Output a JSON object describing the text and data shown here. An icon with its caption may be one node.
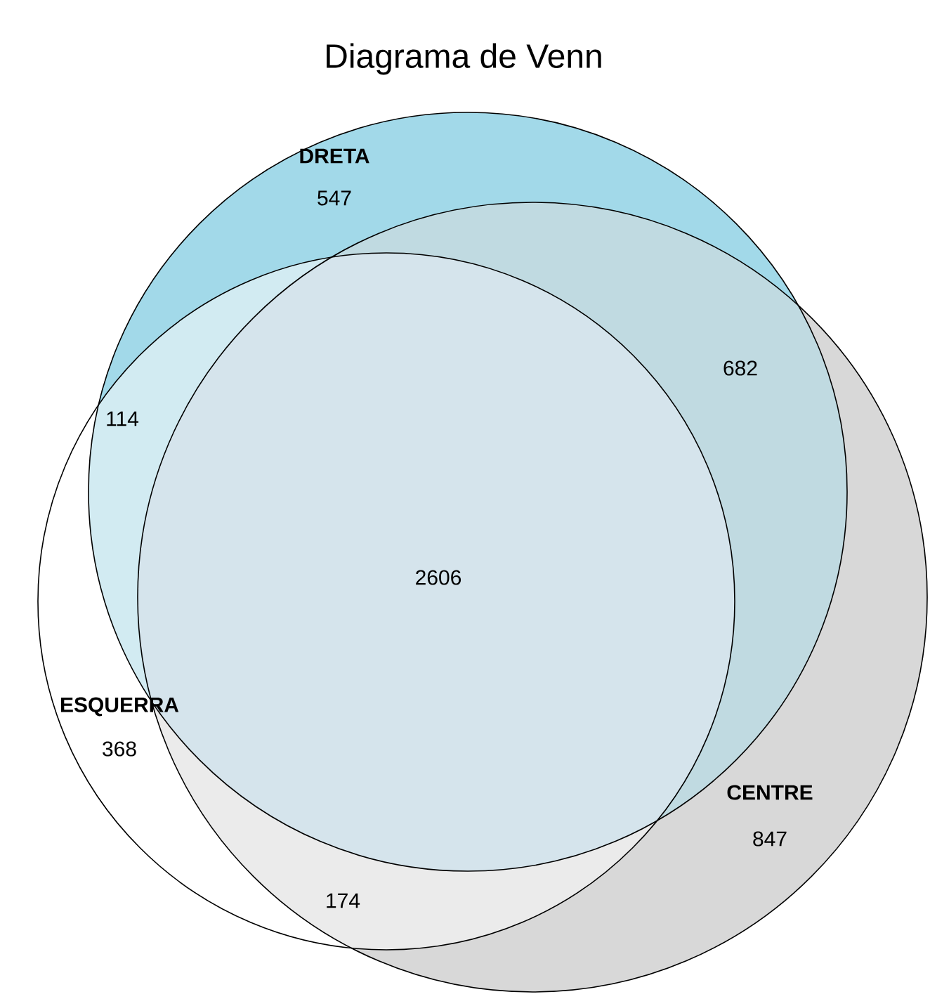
{
  "diagram": {
    "title": "Diagrama de Venn",
    "nodes": [
      {
        "text": [
          "DRETA",
          "547"
        ]
      },
      {
        "text": [
          "ESQUERRA",
          "368"
        ]
      },
      {
        "text": [
          "CENTRE",
          "847"
        ]
      }
    ],
    "labels": [
      "682",
      "114",
      "2606",
      "174"
    ]
  }
}
